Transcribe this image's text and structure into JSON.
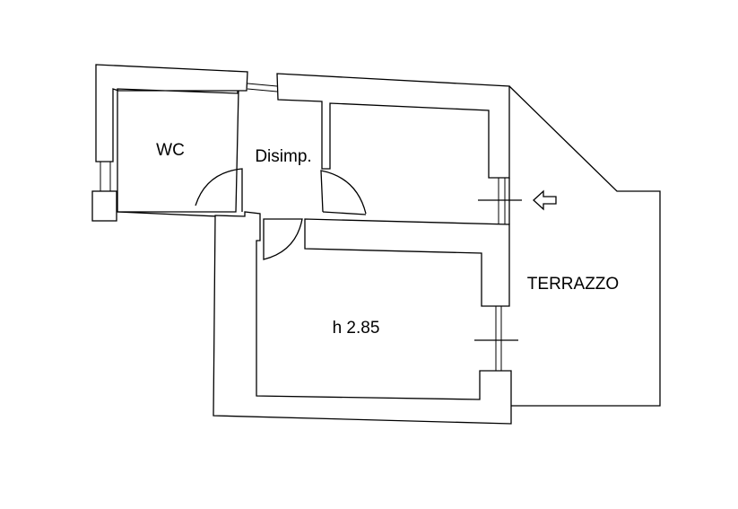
{
  "rooms": {
    "wc": "WC",
    "hall": "Disimp.",
    "main": "h 2.85",
    "terrace": "TERRAZZO"
  },
  "icons": {
    "entrance": "arrow-left-icon"
  }
}
